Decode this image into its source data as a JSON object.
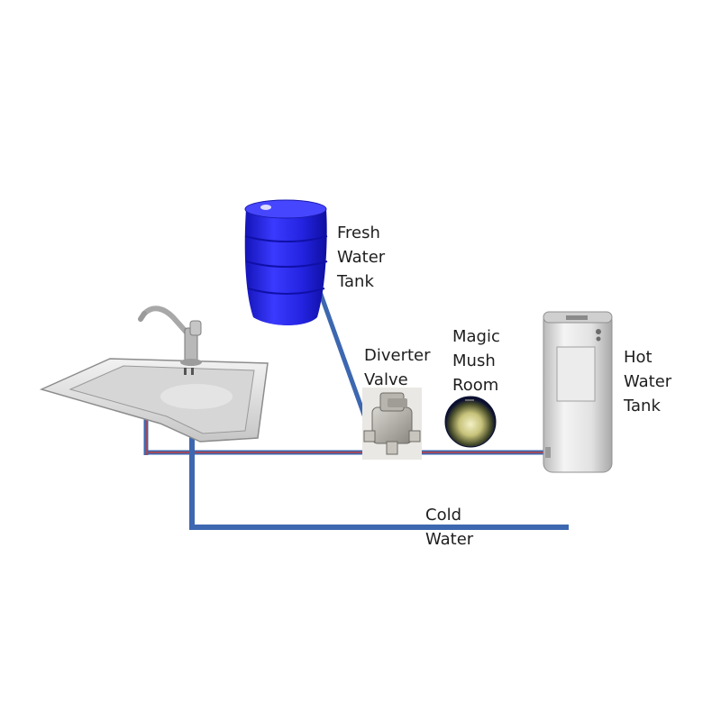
{
  "labels": {
    "fresh_water_tank": [
      "Fresh",
      "Water",
      "Tank"
    ],
    "diverter_valve": [
      "Diverter",
      "Valve"
    ],
    "magic_mush_room": [
      "Magic",
      "Mush",
      "Room"
    ],
    "hot_water_tank": [
      "Hot",
      "Water",
      "Tank"
    ],
    "cold_water": [
      "Cold",
      "Water"
    ]
  },
  "colors": {
    "pipe_blue": "#3d67b0",
    "pipe_red": "#c04040",
    "barrel_blue": "#2020e6",
    "heater_body": "#dcdcdc"
  }
}
